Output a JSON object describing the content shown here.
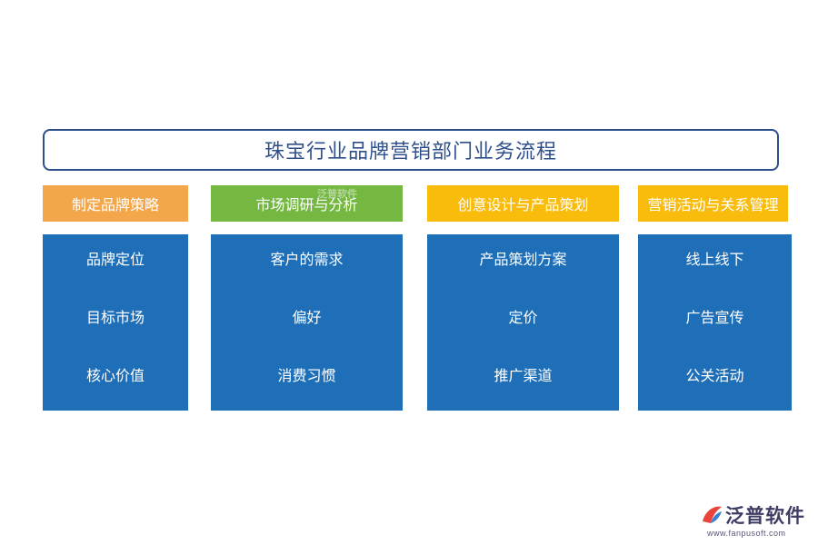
{
  "title": "珠宝行业品牌营销部门业务流程",
  "columns": [
    {
      "header": "制定品牌策略",
      "header_color": "#f4a64a",
      "items": [
        "品牌定位",
        "目标市场",
        "核心价值"
      ]
    },
    {
      "header": "市场调研与分析",
      "header_color": "#74b842",
      "items": [
        "客户的需求",
        "偏好",
        "消费习惯"
      ]
    },
    {
      "header": "创意设计与产品策划",
      "header_color": "#f9bc0c",
      "items": [
        "产品策划方案",
        "定价",
        "推广渠道"
      ]
    },
    {
      "header": "营销活动与关系管理",
      "header_color": "#f9bc0c",
      "items": [
        "线上线下",
        "广告宣传",
        "公关活动"
      ]
    }
  ],
  "body_color": "#1f6fb8",
  "watermark_inline": "泛普软件",
  "logo": {
    "name": "泛普软件",
    "url": "www.fanpusoft.com"
  }
}
